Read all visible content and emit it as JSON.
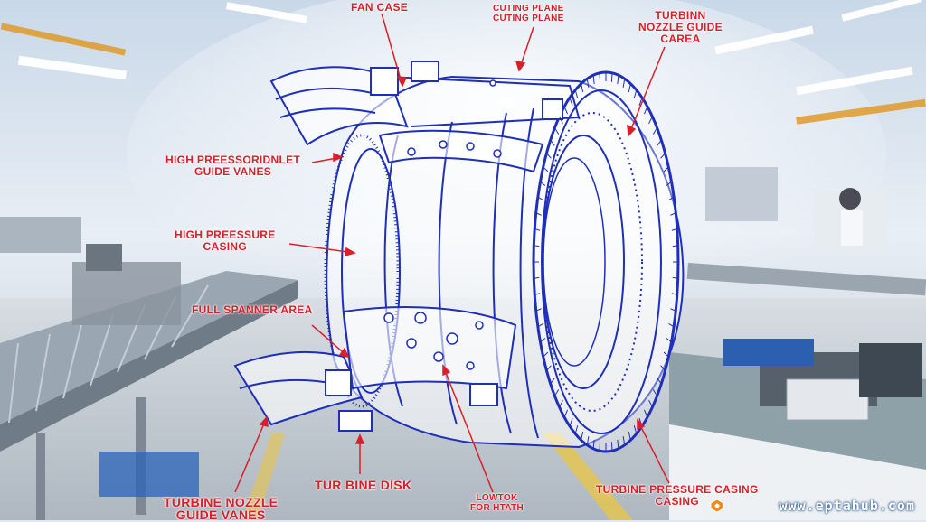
{
  "labels": {
    "fan_case": "FAN CASE",
    "cutting_plane_1": "CUTING PLANE",
    "cutting_plane_2": "CUTING PLANE",
    "turbine_ngv_1": "TURBINN",
    "turbine_ngv_2": "NOZZLE GUIDE",
    "turbine_ngv_3": "CAREA",
    "hp_inlet_1": "HIGH PREESSORIDNLET",
    "hp_inlet_2": "GUIDE VANES",
    "hp_casing_1": "HIGH PREESSURE",
    "hp_casing_2": "CASING",
    "spanner": "FULL SPANNER AREA",
    "turbine_disk": "TUR BINE DISK",
    "tnv_1": "TURBINE NOZZLE",
    "tnv_2": "GUIDE VANES",
    "lowtok_1": "LOWTOK",
    "lowtok_2": "FOR HTATH",
    "tpc_1": "TURBINE PRESSURE CASING",
    "tpc_2": "CASING"
  },
  "watermark": "www.eptahub.com",
  "colors": {
    "label_red": "#d8202a",
    "drawing_blue": "#1f2fb8",
    "background": "#dfe8f2"
  }
}
